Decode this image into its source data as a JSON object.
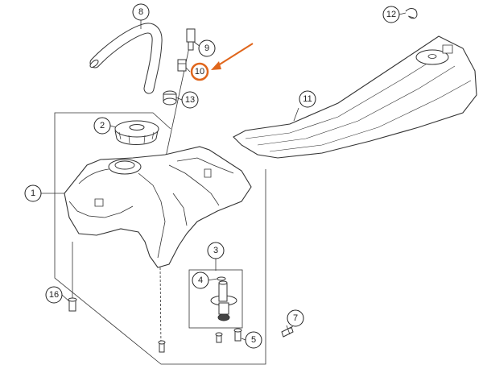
{
  "diagram": {
    "highlight_color": "#e0661c",
    "callouts": [
      {
        "label": "1"
      },
      {
        "label": "2"
      },
      {
        "label": "3"
      },
      {
        "label": "4"
      },
      {
        "label": "5"
      },
      {
        "label": "7"
      },
      {
        "label": "8"
      },
      {
        "label": "9"
      },
      {
        "label": "10",
        "highlighted": true
      },
      {
        "label": "11"
      },
      {
        "label": "12"
      },
      {
        "label": "13"
      },
      {
        "label": "16"
      }
    ]
  }
}
